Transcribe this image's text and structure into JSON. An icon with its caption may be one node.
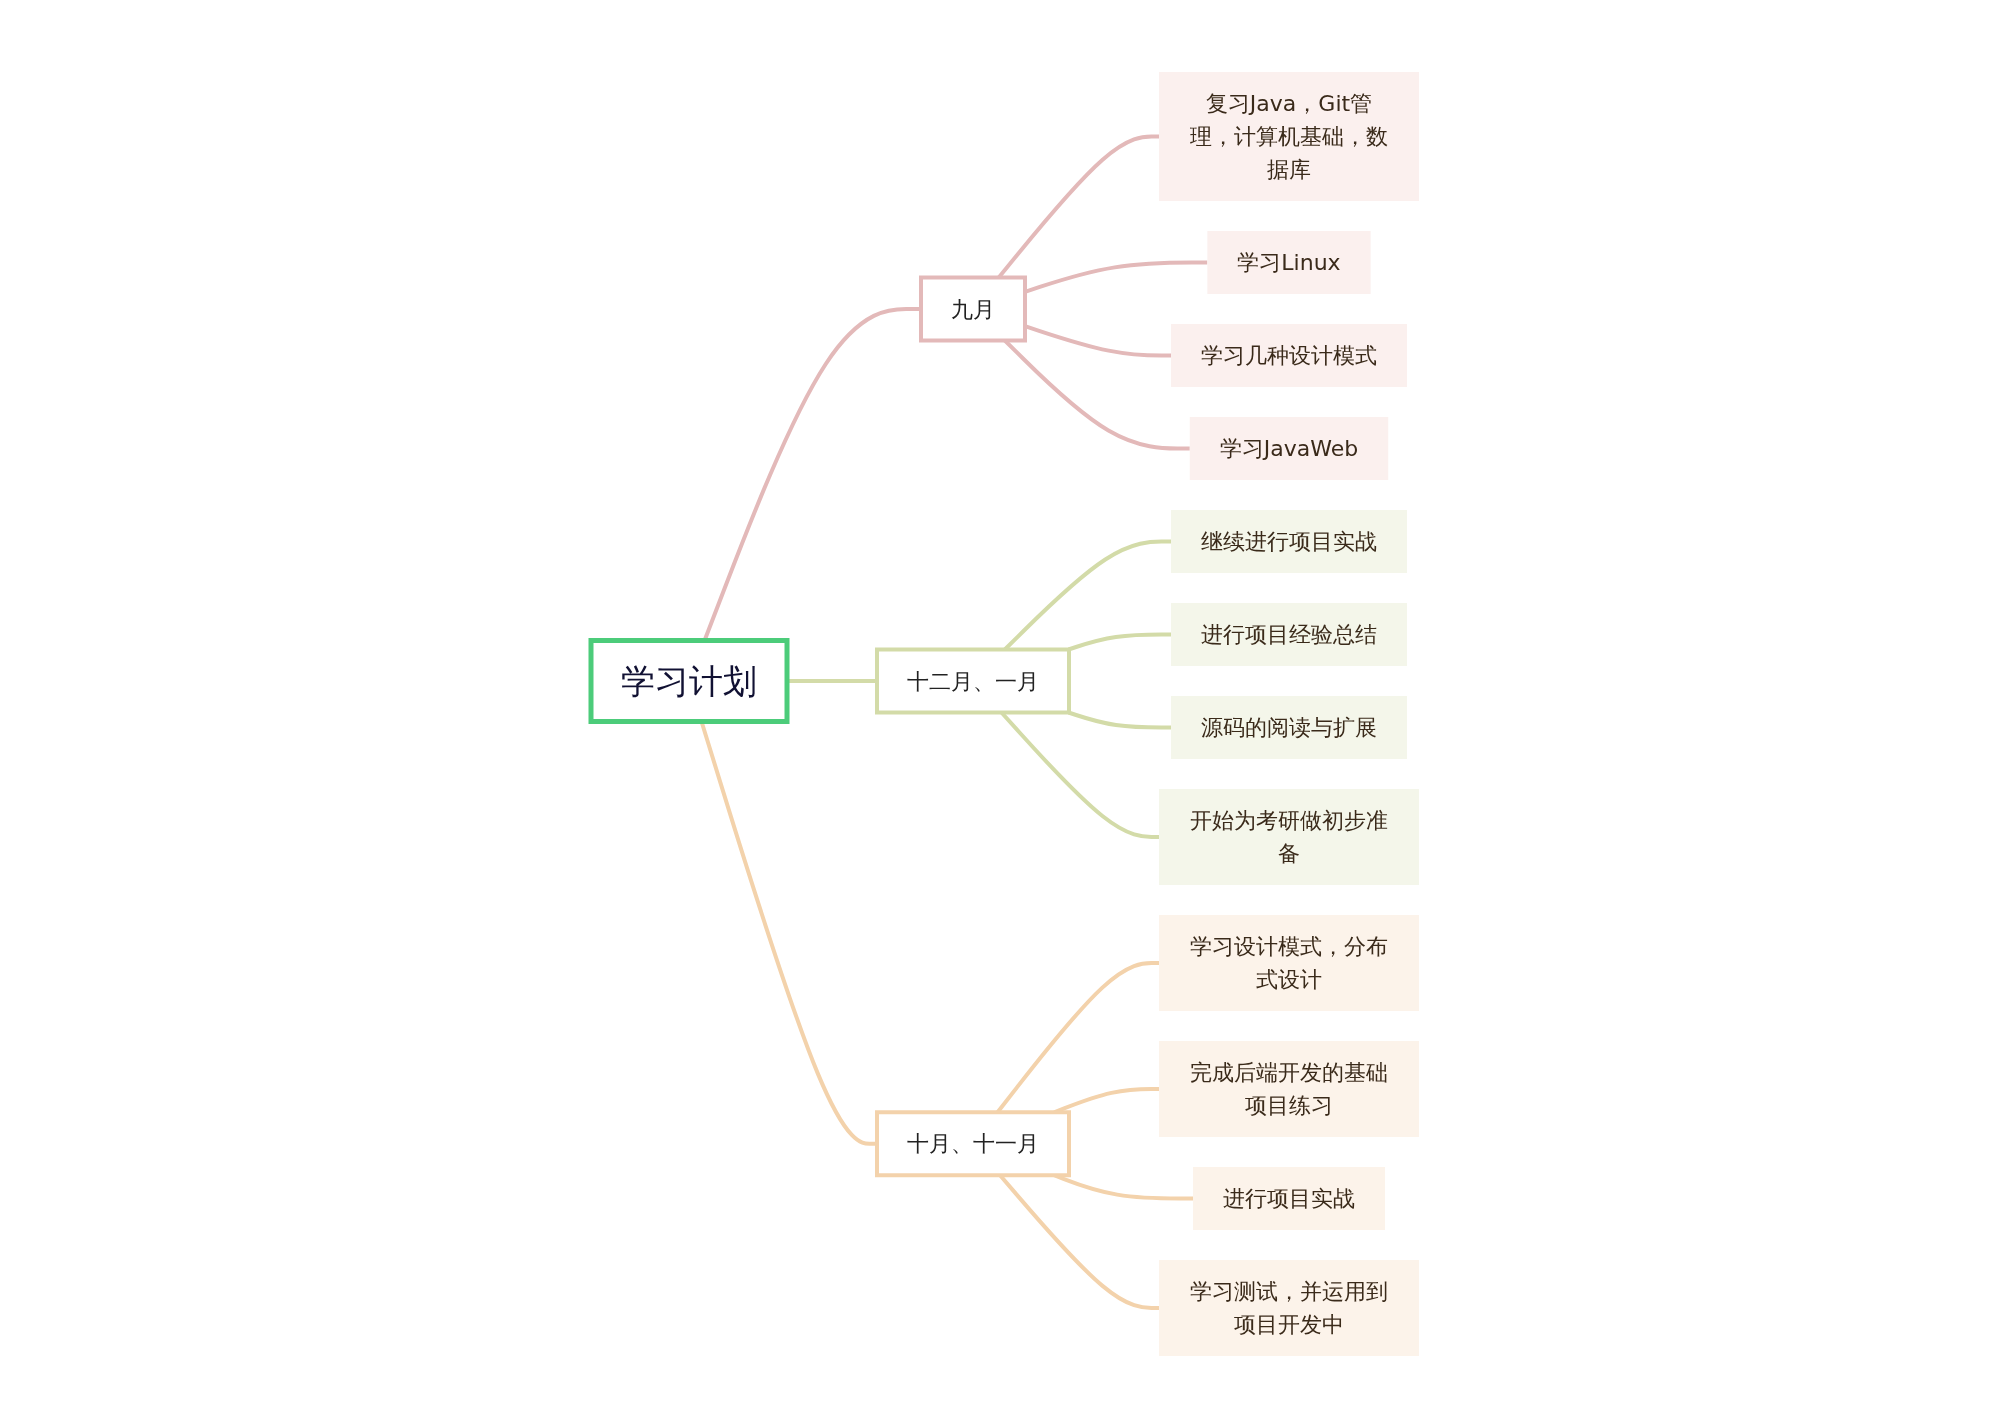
{
  "diagram": {
    "nodes": [
      {
        "text": [
          "学习计划"
        ]
      },
      {
        "text": [
          "九月"
        ]
      },
      {
        "text": [
          "复习Java，Git管理，计算机基础，数据库"
        ]
      },
      {
        "text": [
          "学习Linux"
        ]
      },
      {
        "text": [
          "学习几种设计模式"
        ]
      },
      {
        "text": [
          "学习JavaWeb"
        ]
      },
      {
        "text": [
          "十二月、一月"
        ]
      },
      {
        "text": [
          "继续进行项目实战"
        ]
      },
      {
        "text": [
          "进行项目经验总结"
        ]
      },
      {
        "text": [
          "源码的阅读与扩展"
        ]
      },
      {
        "text": [
          "开始为考研做初步准备"
        ]
      },
      {
        "text": [
          "十月、十一月"
        ]
      },
      {
        "text": [
          "学习设计模式，分布式设计"
        ]
      },
      {
        "text": [
          "完成后端开发的基础项目练习"
        ]
      },
      {
        "text": [
          "进行项目实战"
        ]
      },
      {
        "text": [
          "学习测试，并运用到项目开发中"
        ]
      }
    ],
    "edges": [
      {
        "from": 0,
        "to": 1,
        "arrow": "none",
        "color": "#e3b9b9"
      },
      {
        "from": 1,
        "to": 2,
        "arrow": "none",
        "color": "#e3b9b9"
      },
      {
        "from": 1,
        "to": 3,
        "arrow": "none",
        "color": "#e3b9b9"
      },
      {
        "from": 1,
        "to": 4,
        "arrow": "none",
        "color": "#e3b9b9"
      },
      {
        "from": 1,
        "to": 5,
        "arrow": "none",
        "color": "#e3b9b9"
      },
      {
        "from": 0,
        "to": 6,
        "arrow": "none",
        "color": "#d3dba8"
      },
      {
        "from": 6,
        "to": 7,
        "arrow": "none",
        "color": "#d3dba8"
      },
      {
        "from": 6,
        "to": 8,
        "arrow": "none",
        "color": "#d3dba8"
      },
      {
        "from": 6,
        "to": 9,
        "arrow": "none",
        "color": "#d3dba8"
      },
      {
        "from": 6,
        "to": 10,
        "arrow": "none",
        "color": "#d3dba8"
      },
      {
        "from": 0,
        "to": 11,
        "arrow": "none",
        "color": "#f3d2ab"
      },
      {
        "from": 11,
        "to": 12,
        "arrow": "none",
        "color": "#f3d2ab"
      },
      {
        "from": 11,
        "to": 13,
        "arrow": "none",
        "color": "#f3d2ab"
      },
      {
        "from": 11,
        "to": 14,
        "arrow": "none",
        "color": "#f3d2ab"
      },
      {
        "from": 11,
        "to": 15,
        "arrow": "none",
        "color": "#f3d2ab"
      }
    ]
  }
}
